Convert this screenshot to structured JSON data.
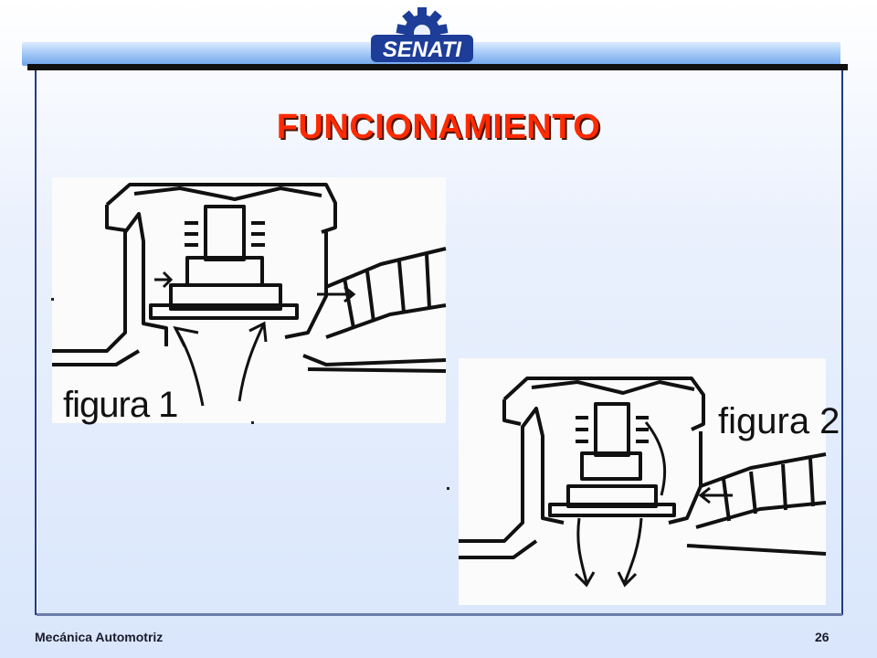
{
  "header": {
    "logo_text": "SENATI"
  },
  "slide": {
    "title": "FUNCIONAMIENTO"
  },
  "figures": [
    {
      "label": "figura 1"
    },
    {
      "label": "figura 2"
    }
  ],
  "footer": {
    "course": "Mecánica Automotriz",
    "page_number": "26"
  },
  "colors": {
    "title": "#ff2a00",
    "frame": "#1f3a8a",
    "logo": "#1e3d99"
  }
}
